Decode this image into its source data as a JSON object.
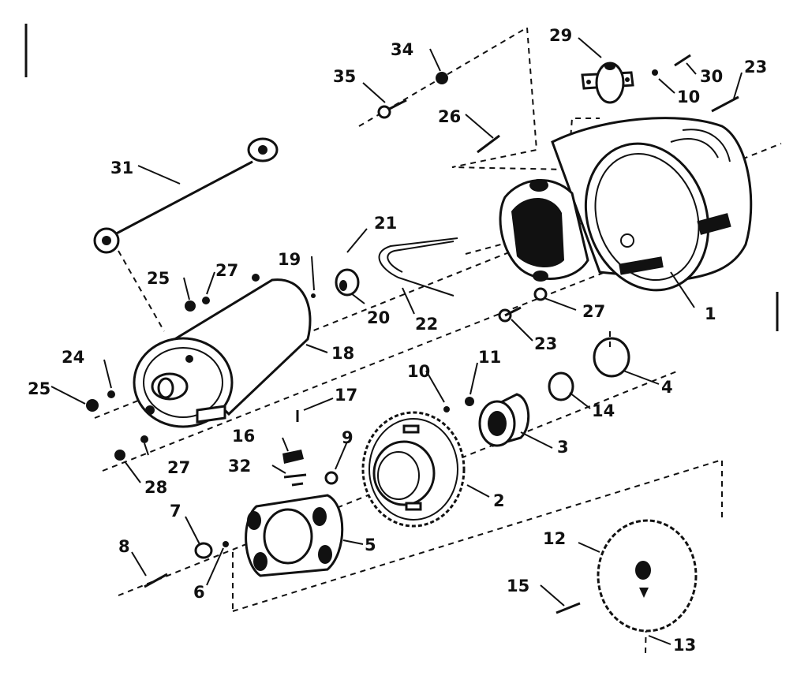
{
  "callouts": {
    "p1": "1",
    "p2": "2",
    "p3": "3",
    "p4": "4",
    "p5": "5",
    "p6": "6",
    "p7": "7",
    "p8": "8",
    "p9": "9",
    "p10a": "10",
    "p10b": "10",
    "p11": "11",
    "p12": "12",
    "p13": "13",
    "p14": "14",
    "p15": "15",
    "p16": "16",
    "p17": "17",
    "p18": "18",
    "p19": "19",
    "p20": "20",
    "p21": "21",
    "p22": "22",
    "p23a": "23",
    "p23b": "23",
    "p24": "24",
    "p25a": "25",
    "p25b": "25",
    "p26": "26",
    "p27a": "27",
    "p27b": "27",
    "p27c": "27",
    "p28": "28",
    "p29": "29",
    "p30": "30",
    "p31": "31",
    "p32": "32",
    "p34": "34",
    "p35": "35"
  },
  "colors": {
    "ink": "#111111",
    "paper": "#ffffff"
  }
}
